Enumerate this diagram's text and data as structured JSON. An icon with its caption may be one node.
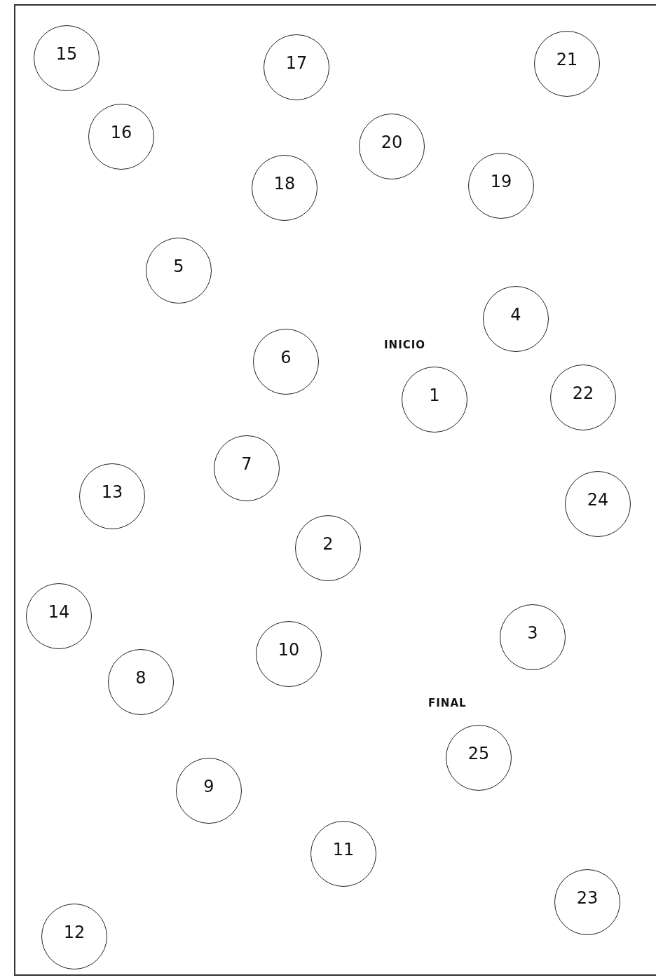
{
  "diagram": {
    "nodes": [
      {
        "text": [
          "15"
        ]
      },
      {
        "text": [
          "17"
        ]
      },
      {
        "text": [
          "21"
        ]
      },
      {
        "text": [
          "16"
        ]
      },
      {
        "text": [
          "20"
        ]
      },
      {
        "text": [
          "18"
        ]
      },
      {
        "text": [
          "19"
        ]
      },
      {
        "text": [
          "5"
        ]
      },
      {
        "text": [
          "4"
        ]
      },
      {
        "text": [
          "6"
        ]
      },
      {
        "text": [
          "1"
        ],
        "beside": [
          "INICIO"
        ]
      },
      {
        "text": [
          "22"
        ]
      },
      {
        "text": [
          "7"
        ]
      },
      {
        "text": [
          "13"
        ]
      },
      {
        "text": [
          "24"
        ]
      },
      {
        "text": [
          "2"
        ]
      },
      {
        "text": [
          "14"
        ]
      },
      {
        "text": [
          "3"
        ]
      },
      {
        "text": [
          "10"
        ]
      },
      {
        "text": [
          "8"
        ]
      },
      {
        "text": [
          "25"
        ],
        "beside": [
          "FINAL"
        ]
      },
      {
        "text": [
          "9"
        ]
      },
      {
        "text": [
          "11"
        ]
      },
      {
        "text": [
          "23"
        ]
      },
      {
        "text": [
          "12"
        ]
      }
    ],
    "edges": []
  }
}
